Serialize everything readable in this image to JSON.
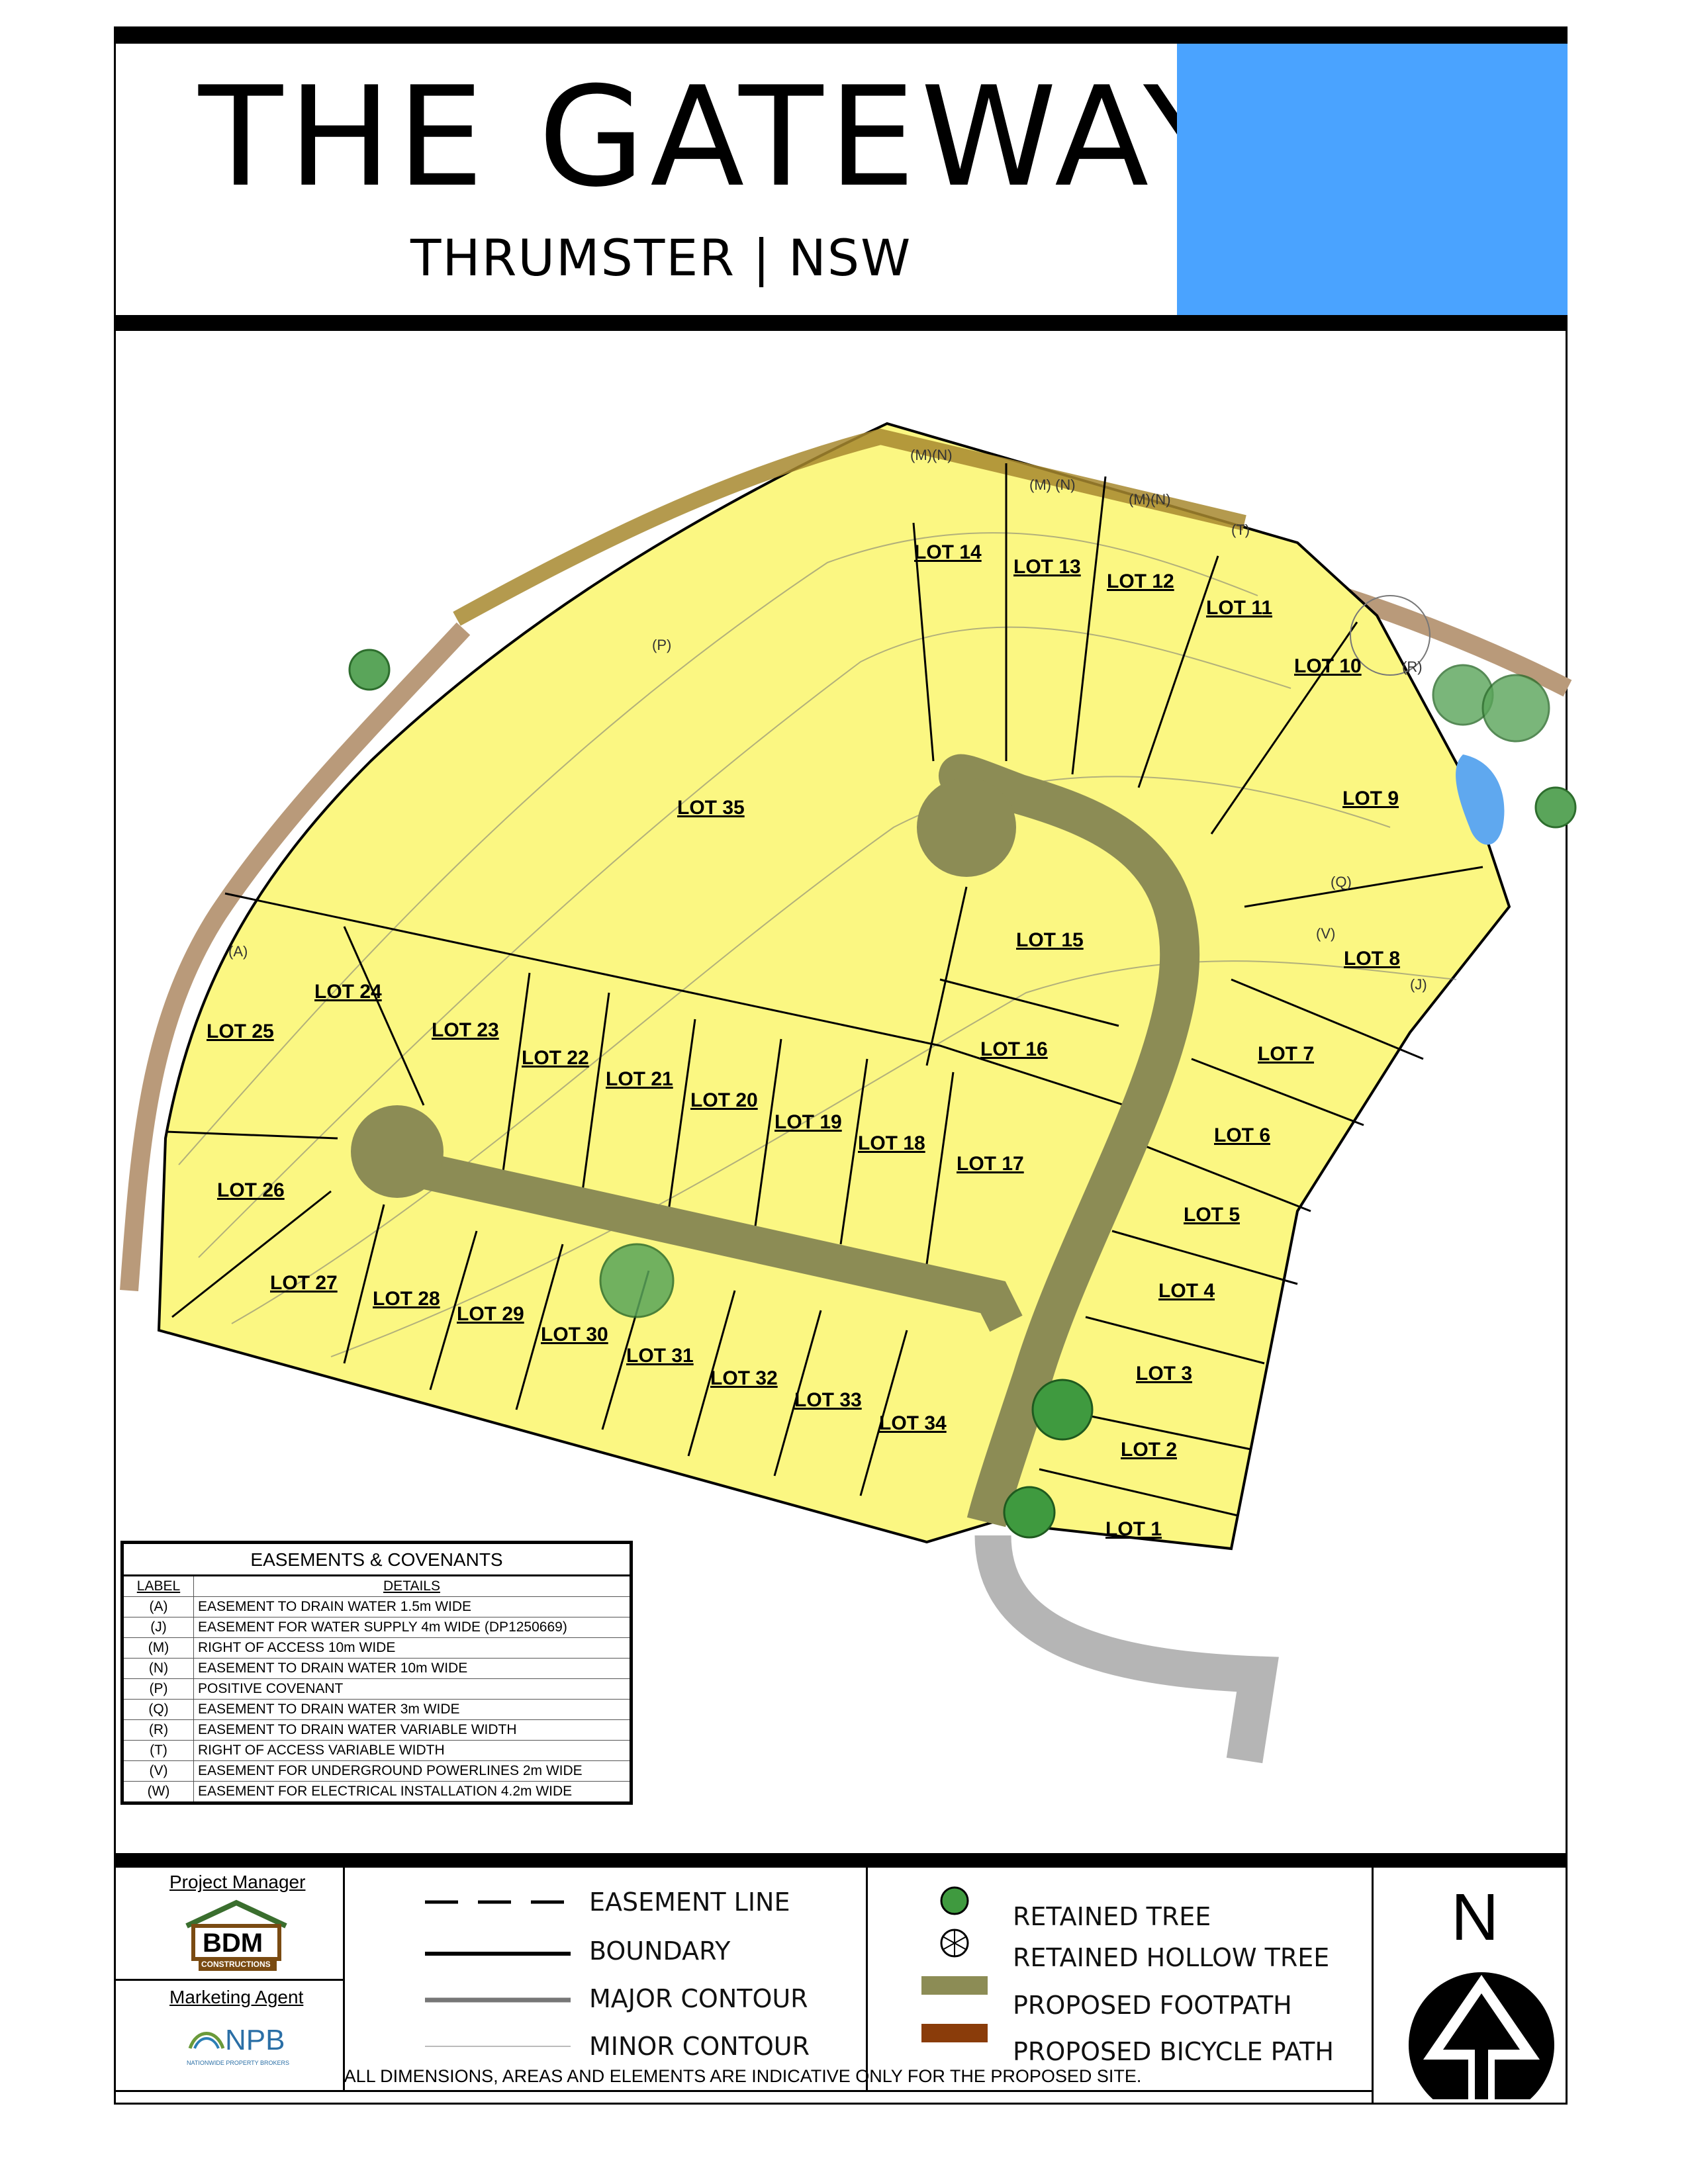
{
  "header": {
    "title": "THE GATEWAY",
    "subtitle": "THRUMSTER | NSW"
  },
  "colors": {
    "lots": "#fbf782",
    "road": "#8c8c55",
    "bicycle_path": "#b99a7a",
    "blue_panel": "#4aa3ff",
    "water": "#5fa8ef",
    "tree": "#3f9a3f"
  },
  "lots": [
    "LOT 1",
    "LOT 2",
    "LOT 3",
    "LOT 4",
    "LOT 5",
    "LOT 6",
    "LOT 7",
    "LOT 8",
    "LOT 9",
    "LOT 10",
    "LOT 11",
    "LOT 12",
    "LOT 13",
    "LOT 14",
    "LOT 15",
    "LOT 16",
    "LOT 17",
    "LOT 18",
    "LOT 19",
    "LOT 20",
    "LOT 21",
    "LOT 22",
    "LOT 23",
    "LOT 24",
    "LOT 25",
    "LOT 26",
    "LOT 27",
    "LOT 28",
    "LOT 29",
    "LOT 30",
    "LOT 31",
    "LOT 32",
    "LOT 33",
    "LOT 34",
    "LOT 35"
  ],
  "map_codes": [
    "(M)(N)",
    "(M) (N)",
    "(M)(N)",
    "(T)",
    "(P)",
    "(A)",
    "(R)",
    "(Q)",
    "(V)",
    "(J)"
  ],
  "easements": {
    "title": "EASEMENTS & COVENANTS",
    "col_label": "LABEL",
    "col_details": "DETAILS",
    "rows": [
      {
        "label": "(A)",
        "details": "EASEMENT TO DRAIN WATER 1.5m WIDE"
      },
      {
        "label": "(J)",
        "details": "EASEMENT FOR WATER SUPPLY 4m WIDE (DP1250669)"
      },
      {
        "label": "(M)",
        "details": "RIGHT OF ACCESS 10m WIDE"
      },
      {
        "label": "(N)",
        "details": "EASEMENT TO DRAIN WATER 10m WIDE"
      },
      {
        "label": "(P)",
        "details": "POSITIVE COVENANT"
      },
      {
        "label": "(Q)",
        "details": "EASEMENT TO DRAIN WATER 3m WIDE"
      },
      {
        "label": "(R)",
        "details": "EASEMENT TO DRAIN WATER VARIABLE WIDTH"
      },
      {
        "label": "(T)",
        "details": "RIGHT OF ACCESS VARIABLE WIDTH"
      },
      {
        "label": "(V)",
        "details": "EASEMENT FOR UNDERGROUND POWERLINES 2m WIDE"
      },
      {
        "label": "(W)",
        "details": "EASEMENT FOR ELECTRICAL INSTALLATION 4.2m WIDE"
      }
    ]
  },
  "credits": {
    "project_manager": "Project Manager",
    "pm_logo": "BDM",
    "pm_logo_sub": "CONSTRUCTIONS",
    "marketing_agent": "Marketing Agent",
    "ma_logo": "NPB",
    "ma_logo_sub": "NATIONWIDE PROPERTY BROKERS"
  },
  "legend": {
    "easement_line": "EASEMENT LINE",
    "boundary": "BOUNDARY",
    "major_contour": "MAJOR CONTOUR",
    "minor_contour": "MINOR CONTOUR",
    "retained_tree": "RETAINED TREE",
    "retained_hollow_tree": "RETAINED HOLLOW TREE",
    "proposed_footpath": "PROPOSED FOOTPATH",
    "proposed_bicycle_path": "PROPOSED BICYCLE PATH"
  },
  "north": "N",
  "disclaimer": "ALL DIMENSIONS, AREAS AND ELEMENTS ARE INDICATIVE ONLY FOR THE PROPOSED SITE."
}
